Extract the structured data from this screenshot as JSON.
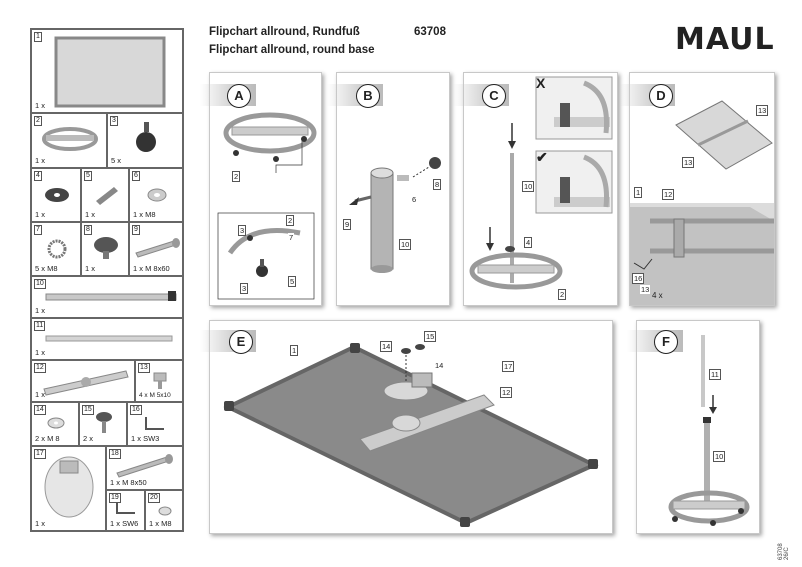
{
  "header": {
    "title_de": "Flipchart allround, Rundfuß",
    "title_en": "Flipchart allround, round base",
    "article_number": "63708",
    "brand": "MAUL"
  },
  "parts": [
    {
      "num": "1",
      "qty": "1 x"
    },
    {
      "num": "2",
      "qty": "1 x"
    },
    {
      "num": "3",
      "qty": "5 x"
    },
    {
      "num": "4",
      "qty": "1 x"
    },
    {
      "num": "5",
      "qty": "1 x"
    },
    {
      "num": "6",
      "qty": "1 x  M8"
    },
    {
      "num": "7",
      "qty": "5 x  M8"
    },
    {
      "num": "8",
      "qty": "1 x"
    },
    {
      "num": "9",
      "qty": "1 x  M 8x60"
    },
    {
      "num": "10",
      "qty": "1 x"
    },
    {
      "num": "11",
      "qty": "1 x"
    },
    {
      "num": "12",
      "qty": "1 x"
    },
    {
      "num": "13",
      "qty": "4 x  M 5x10"
    },
    {
      "num": "14",
      "qty": "2 x  M 8"
    },
    {
      "num": "15",
      "qty": "2 x"
    },
    {
      "num": "16",
      "qty": "1 x  SW3"
    },
    {
      "num": "17",
      "qty": "1 x"
    },
    {
      "num": "18",
      "qty": "1 x  M 8x50"
    },
    {
      "num": "19",
      "qty": "1 x  SW6"
    },
    {
      "num": "20",
      "qty": "1 x  M8"
    }
  ],
  "steps": {
    "a": {
      "letter": "A",
      "callouts": [
        "2",
        "2",
        "3",
        "7",
        "3",
        "5"
      ]
    },
    "b": {
      "letter": "B",
      "callouts": [
        "8",
        "6",
        "9",
        "10"
      ]
    },
    "c": {
      "letter": "C",
      "callouts": [
        "10",
        "4",
        "2"
      ],
      "wrong_mark": "X",
      "right_mark": "✔"
    },
    "d": {
      "letter": "D",
      "callouts": [
        "13",
        "13",
        "1",
        "12",
        "16",
        "13"
      ],
      "qty_text": "4 x"
    },
    "e": {
      "letter": "E",
      "callouts": [
        "1",
        "14",
        "15",
        "14",
        "17",
        "12"
      ]
    },
    "f": {
      "letter": "F",
      "callouts": [
        "11",
        "10"
      ]
    }
  },
  "footer_code": "63708 26/C",
  "colors": {
    "board": "#8a8a8a",
    "metal": "#c8c8c8",
    "frame": "#666666"
  }
}
